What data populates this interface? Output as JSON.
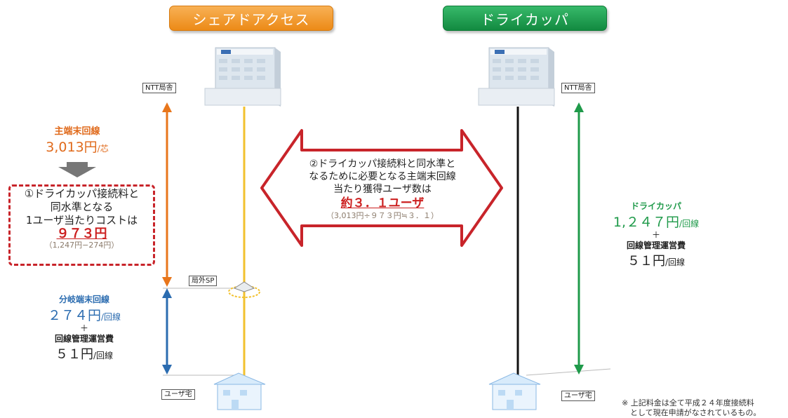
{
  "headers": {
    "share_access": "シェアドアクセス",
    "dry_copper": "ドライカッパ"
  },
  "labels": {
    "ntt_office_left": "NTT局舎",
    "ntt_office_right": "NTT局舎",
    "outdoor_sp": "局外SP",
    "user_home_left": "ユーザ宅",
    "user_home_right": "ユーザ宅"
  },
  "left": {
    "main_line_title": "主端末回線",
    "main_line_price": "3,013円",
    "main_line_unit": "/芯",
    "box_line1": "①ドライカッパ接続料と",
    "box_line2": "同水準となる",
    "box_line3": "1ユーザ当たりコストは",
    "box_price": "９７３円",
    "box_calc": "（1,247円−274円）",
    "branch_title": "分岐端末回線",
    "branch_price": "２７４円",
    "branch_unit": "/回線",
    "plus": "＋",
    "mgmt_title": "回線管理運営費",
    "mgmt_price": "５１円",
    "mgmt_unit": "/回線"
  },
  "center": {
    "line1": "②ドライカッパ接続料と同水準と",
    "line2": "なるために必要となる主端末回線",
    "line3": "当たり獲得ユーザ数は",
    "result": "約３．１ユーザ",
    "calc": "（3,013円÷９７３円≒３．１）"
  },
  "right": {
    "title": "ドライカッパ",
    "price": "1,２４７円",
    "unit": "/回線",
    "plus": "＋",
    "mgmt_title": "回線管理運営費",
    "mgmt_price": "５１円",
    "mgmt_unit": "/回線"
  },
  "footnote": {
    "line1": "※ 上記料金は全て平成２４年度接続料",
    "line2": "として現在申請がなされているもの。"
  },
  "colors": {
    "orange": "#ec8a17",
    "green": "#1f9a4a",
    "blue": "#2b6cb0",
    "red": "#cc1f1f",
    "fiber": "#f2c12e"
  }
}
